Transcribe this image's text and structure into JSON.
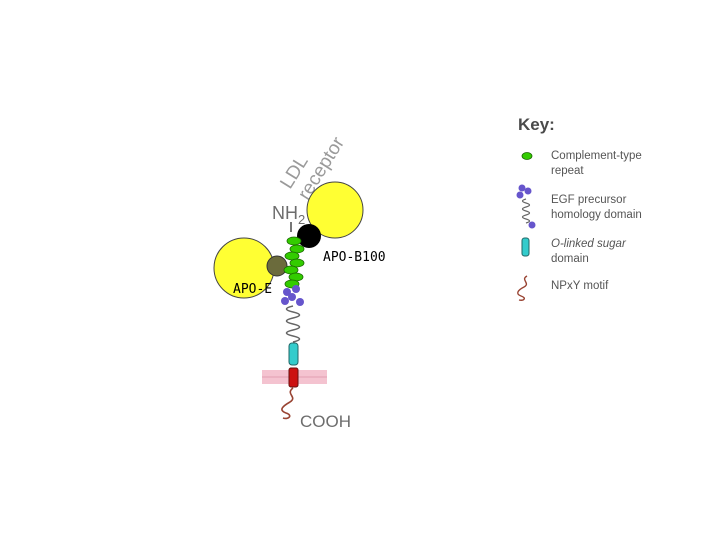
{
  "receptor": {
    "name_line1": "LDL",
    "name_line2": "receptor",
    "n_terminus_base": "NH",
    "n_terminus_sub": "2",
    "c_terminus": "COOH"
  },
  "ligands": {
    "apo_b100": "APO-B100",
    "apo_e": "APO-E"
  },
  "key": {
    "title": "Key:",
    "items": [
      {
        "icon": "green-ellipse-icon",
        "lines": [
          "Complement-type",
          "repeat"
        ]
      },
      {
        "icon": "egf-coil-icon",
        "lines": [
          "EGF precursor",
          "homology domain"
        ]
      },
      {
        "icon": "cyan-cylinder-icon",
        "lines": [
          "O-linked sugar",
          "domain"
        ]
      },
      {
        "icon": "squiggle-icon",
        "lines": [
          "NPxY motif"
        ]
      }
    ]
  },
  "colors": {
    "ligand_yellow": "#ffff33",
    "complement_green": "#33cc00",
    "egf_purple": "#6655cc",
    "sugar_cyan": "#33cccc",
    "membrane_pink": "#f2b8c8",
    "transmembrane_red": "#cc1111",
    "npxy_brown": "#994433",
    "apo_b_dark": "#000000",
    "apo_e_olive": "#6b6b3c"
  }
}
